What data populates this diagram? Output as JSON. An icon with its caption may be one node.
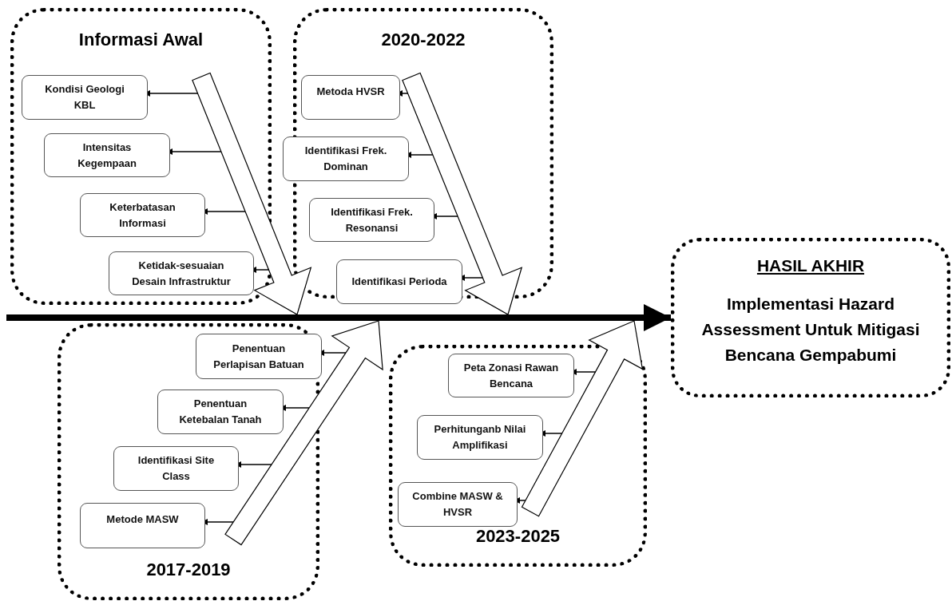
{
  "diagram": {
    "nodes": [
      {
        "text": [
          "Informasi Awal"
        ]
      },
      {
        "text": [
          "Kondisi Geologi KBL"
        ],
        "in": 0
      },
      {
        "text": [
          "Intensitas Kegempaan"
        ],
        "in": 0
      },
      {
        "text": [
          "Keterbatasan Informasi"
        ],
        "in": 0
      },
      {
        "text": [
          "Ketidak-sesuaian Desain Infrastruktur"
        ],
        "in": 0
      },
      {
        "text": [
          "2020-2022"
        ]
      },
      {
        "text": [
          "Metoda HVSR"
        ],
        "in": 5
      },
      {
        "text": [
          "Identifikasi Frek. Dominan"
        ],
        "in": 5
      },
      {
        "text": [
          "Identifikasi Frek. Resonansi"
        ],
        "in": 5
      },
      {
        "text": [
          "Identifikasi Perioda"
        ],
        "in": 5
      },
      {
        "text": [
          "HASIL AKHIR",
          "Implementasi Hazard Assessment Untuk Mitigasi Bencana Gempabumi"
        ]
      },
      {
        "text": [
          "2017-2019"
        ]
      },
      {
        "text": [
          "Penentuan Perlapisan Batuan"
        ],
        "in": 11
      },
      {
        "text": [
          "Penentuan Ketebalan Tanah"
        ],
        "in": 11
      },
      {
        "text": [
          "Identifikasi Site Class"
        ],
        "in": 11
      },
      {
        "text": [
          "Metode MASW"
        ],
        "in": 11
      },
      {
        "text": [
          "2023-2025"
        ]
      },
      {
        "text": [
          "Peta Zonasi Rawan Bencana"
        ],
        "in": 16
      },
      {
        "text": [
          "Perhitunganb Nilai Amplifikasi"
        ],
        "in": 16
      },
      {
        "text": [
          "Combine MASW & HVSR"
        ],
        "in": 16
      },
      {
        "text": [],
        "shape": "arrow"
      },
      {
        "text": [],
        "shape": "arrow"
      },
      {
        "text": [],
        "shape": "arrow"
      },
      {
        "text": [],
        "shape": "arrow"
      }
    ],
    "edges": [
      {
        "from": null,
        "to": 10,
        "arrow": "to",
        "style": "thick"
      },
      {
        "from": 20,
        "to": 1,
        "arrow": "to"
      },
      {
        "from": 20,
        "to": 2,
        "arrow": "to"
      },
      {
        "from": 20,
        "to": 3,
        "arrow": "to"
      },
      {
        "from": 20,
        "to": 4,
        "arrow": "to"
      },
      {
        "from": 21,
        "to": 6,
        "arrow": "to"
      },
      {
        "from": 21,
        "to": 7,
        "arrow": "to"
      },
      {
        "from": 21,
        "to": 8,
        "arrow": "to"
      },
      {
        "from": 21,
        "to": 9,
        "arrow": "to"
      },
      {
        "from": 22,
        "to": 12,
        "arrow": "to"
      },
      {
        "from": 22,
        "to": 13,
        "arrow": "to"
      },
      {
        "from": 22,
        "to": 14,
        "arrow": "to"
      },
      {
        "from": 22,
        "to": 15,
        "arrow": "to"
      },
      {
        "from": 23,
        "to": 17,
        "arrow": "to"
      },
      {
        "from": 23,
        "to": 18,
        "arrow": "to"
      },
      {
        "from": 23,
        "to": 19,
        "arrow": "to"
      }
    ]
  }
}
